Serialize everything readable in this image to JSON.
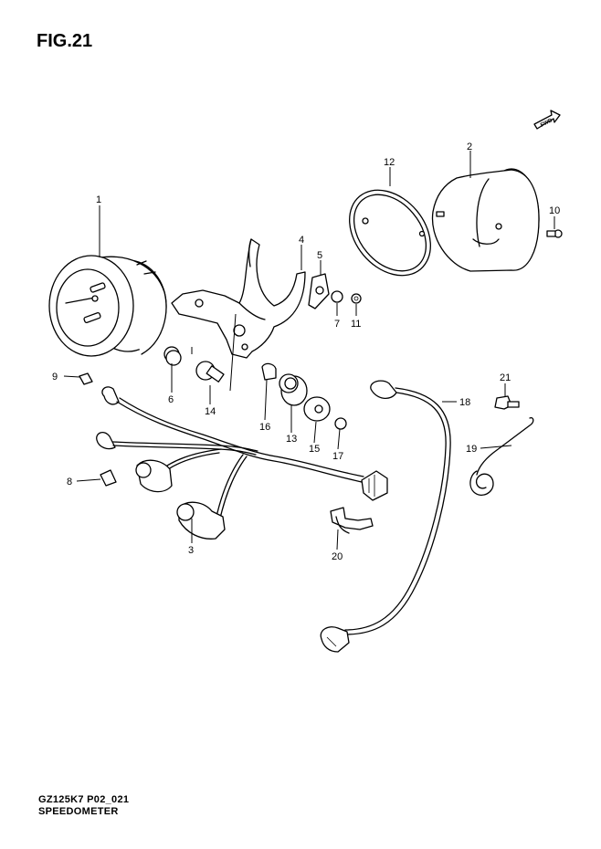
{
  "figure": {
    "title": "FIG.21",
    "model_code": "GZ125K7 P02_021",
    "section_name": "SPEEDOMETER"
  },
  "fwd_label": "FWD",
  "callouts": {
    "c1": "1",
    "c2": "2",
    "c3": "3",
    "c4": "4",
    "c5": "5",
    "c6": "6",
    "c7": "7",
    "c8": "8",
    "c9": "9",
    "c10": "10",
    "c11": "11",
    "c12": "12",
    "c13": "13",
    "c14": "14",
    "c15": "15",
    "c16": "16",
    "c17": "17",
    "c18": "18",
    "c19": "19",
    "c20": "20",
    "c21": "21"
  }
}
